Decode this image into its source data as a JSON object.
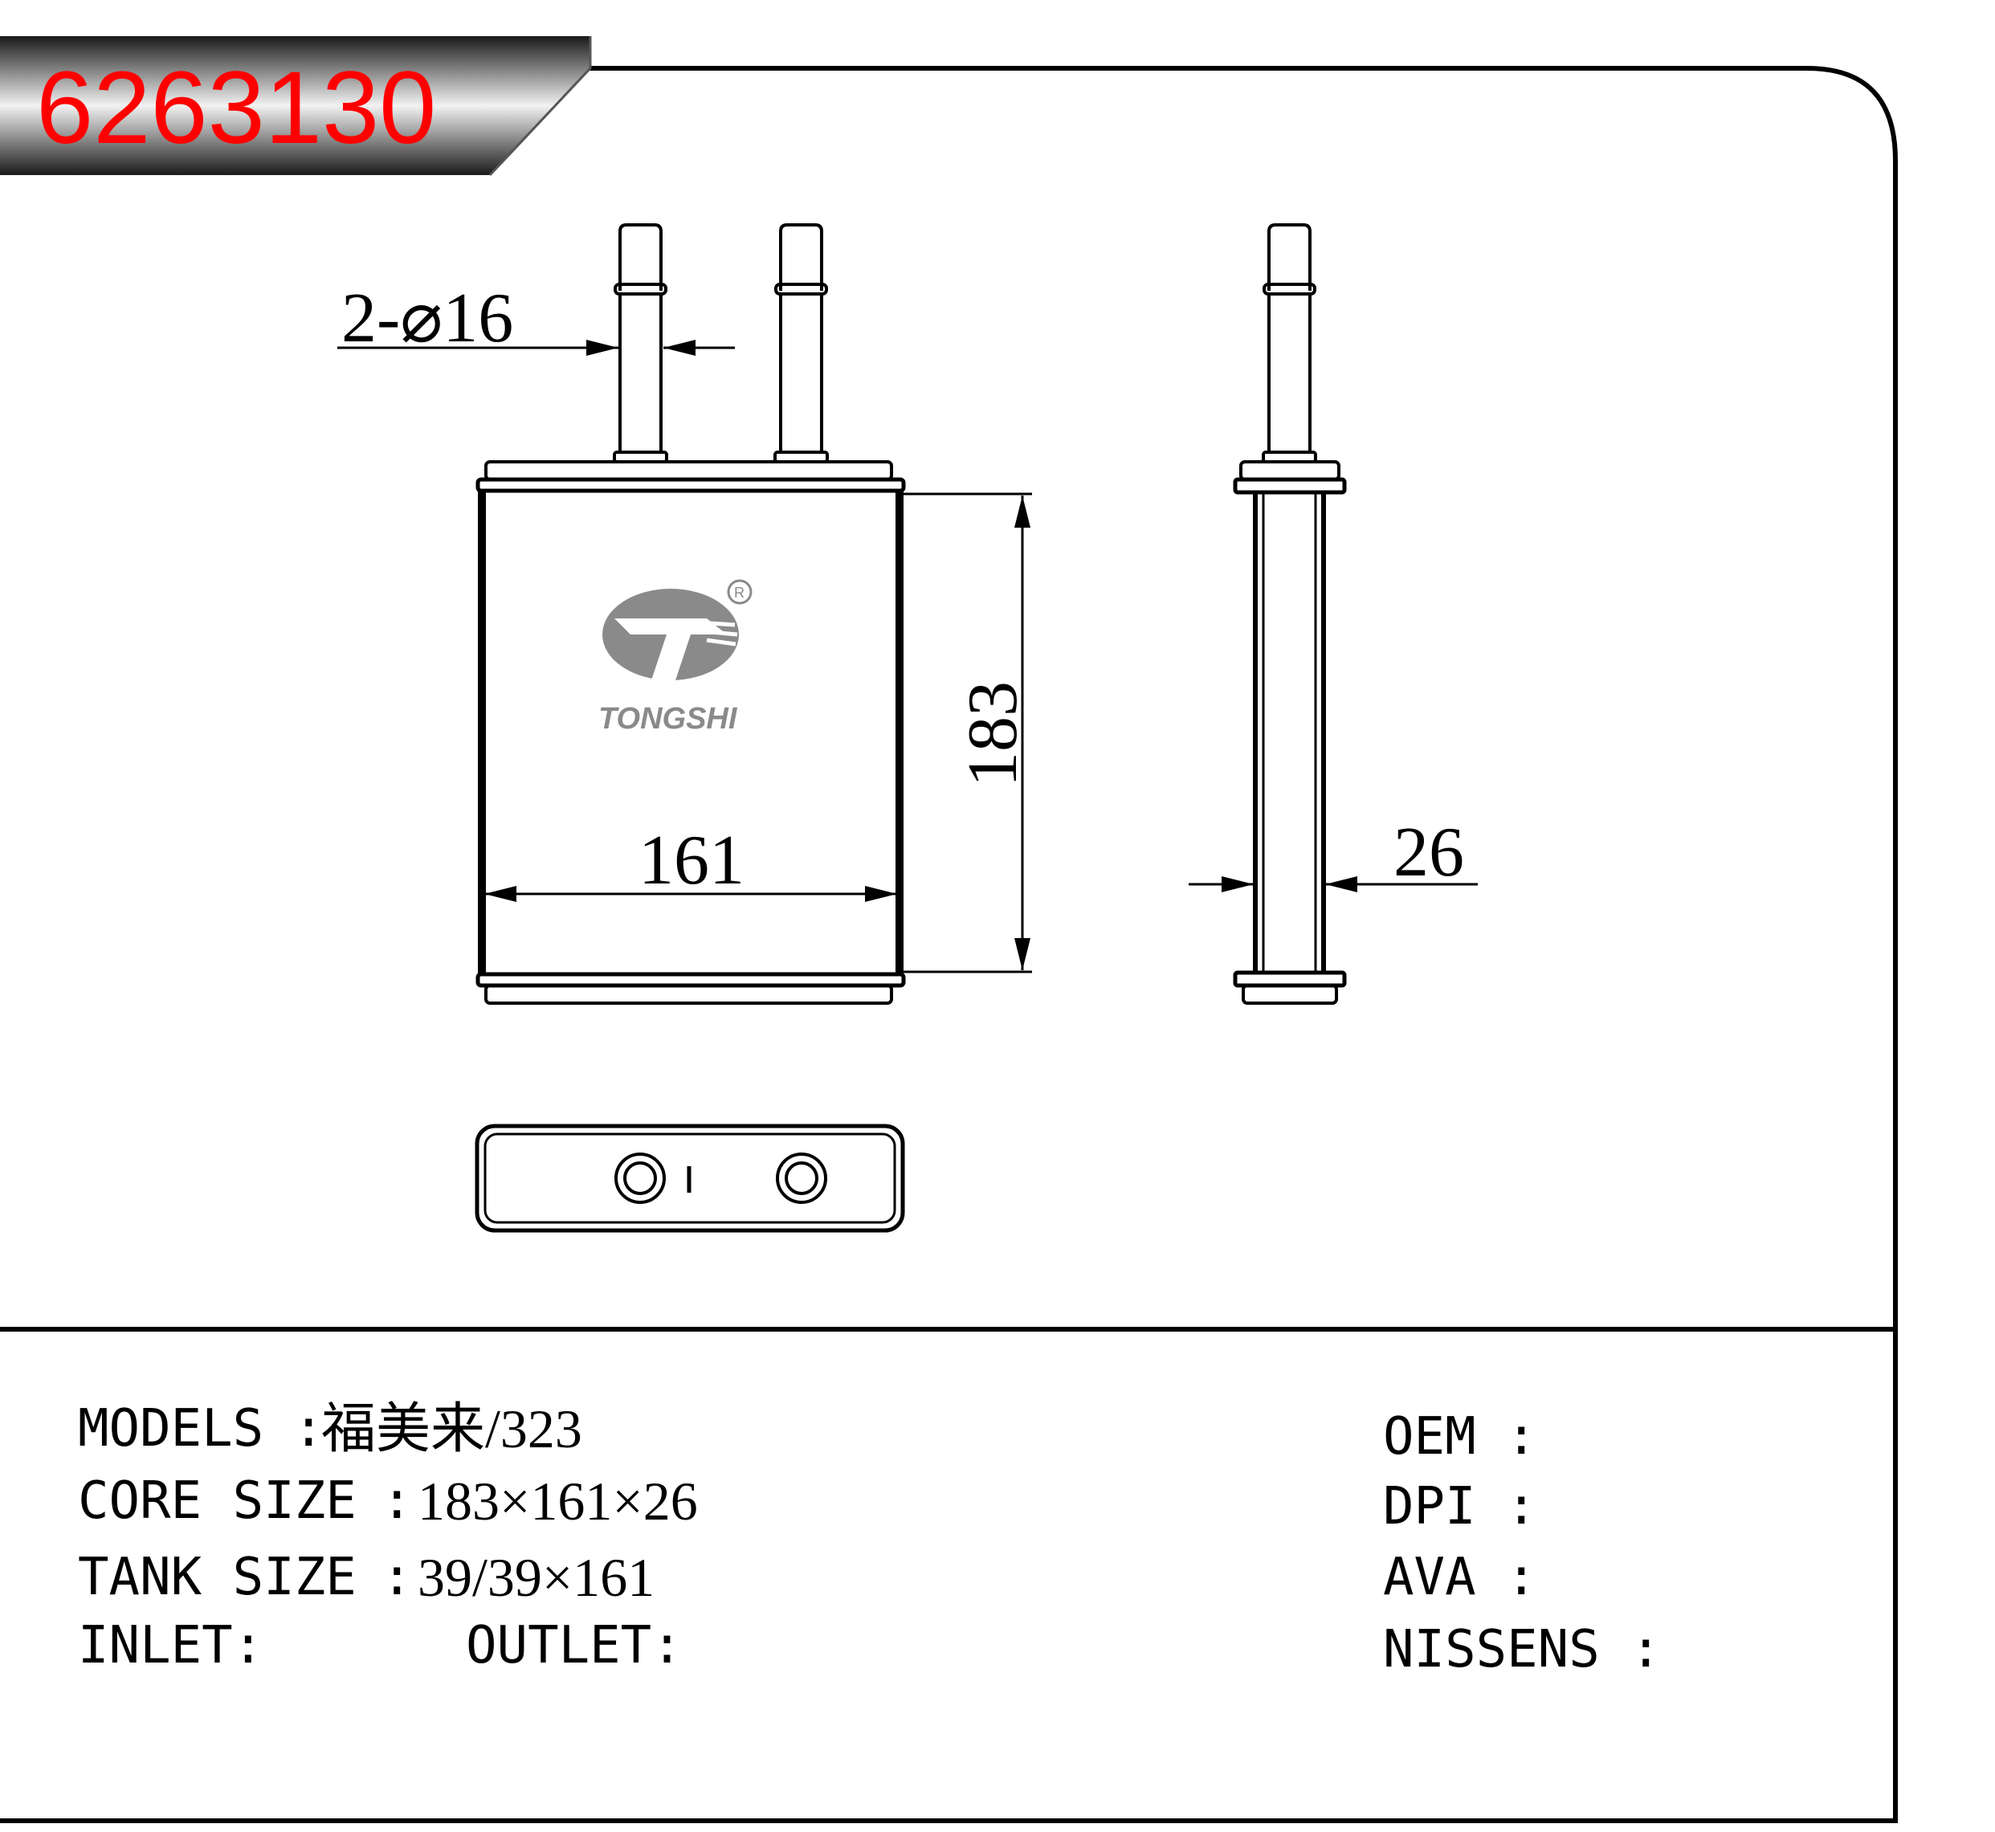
{
  "part_number": "6263130",
  "brand": {
    "name": "TONGSHI",
    "registered_mark": "R"
  },
  "dimensions": {
    "pipes": "2-⌀16",
    "height": "183",
    "width": "161",
    "depth": "26"
  },
  "specs": [
    {
      "label": "MODELS",
      "sep": ":",
      "value": "福美来/323"
    },
    {
      "label": "CORE SIZE",
      "sep": ":",
      "value": "183×161×26"
    },
    {
      "label": "TANK SIZE",
      "sep": ":",
      "value": "39/39×161"
    }
  ],
  "ports": {
    "inlet_label": "INLET:",
    "outlet_label": "OUTLET:"
  },
  "references": [
    {
      "label": "OEM",
      "sep": ":"
    },
    {
      "label": "DPI",
      "sep": ":"
    },
    {
      "label": "AVA",
      "sep": ":"
    },
    {
      "label": "NISSENS",
      "sep": ":"
    }
  ],
  "colors": {
    "part_number": "#ff0000",
    "banner_dark": "#1a1a1a",
    "banner_light": "#f2f2f2",
    "logo_gray": "#8a8a8a"
  }
}
